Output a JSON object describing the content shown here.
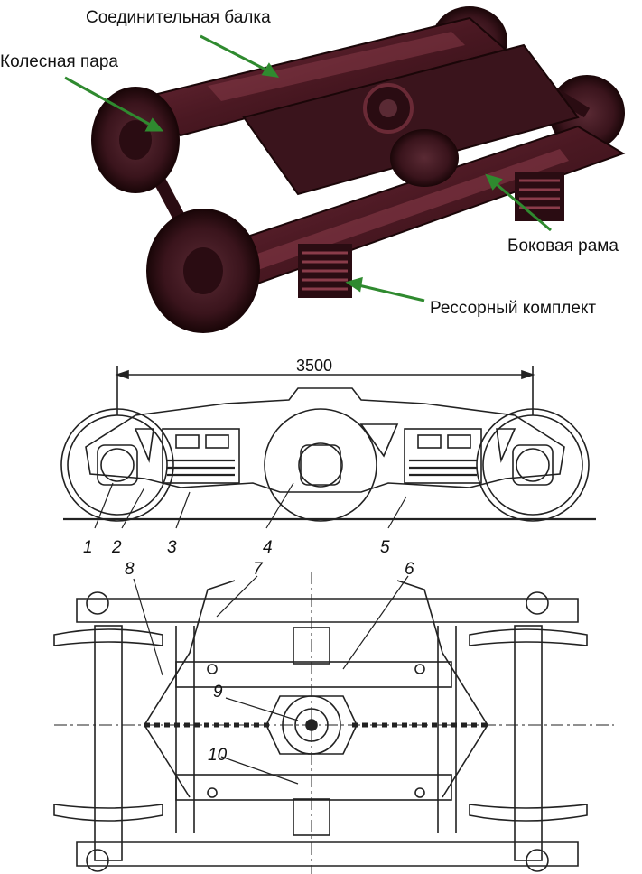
{
  "photo": {
    "labels": {
      "connecting_beam": "Соединительная балка",
      "wheel_set": "Колесная пара",
      "side_frame": "Боковая рама",
      "spring_set": "Рессорный комплект"
    },
    "colors": {
      "frame": "#5a1f2b",
      "frame_highlight": "#8a3c4a",
      "arrow": "#2f8a2f",
      "shadow": "#1a0a0e"
    }
  },
  "side_view": {
    "dimension": "3500",
    "numbers": [
      "1",
      "2",
      "3",
      "4",
      "5"
    ]
  },
  "top_view": {
    "numbers": [
      "6",
      "7",
      "8",
      "9",
      "10"
    ]
  }
}
